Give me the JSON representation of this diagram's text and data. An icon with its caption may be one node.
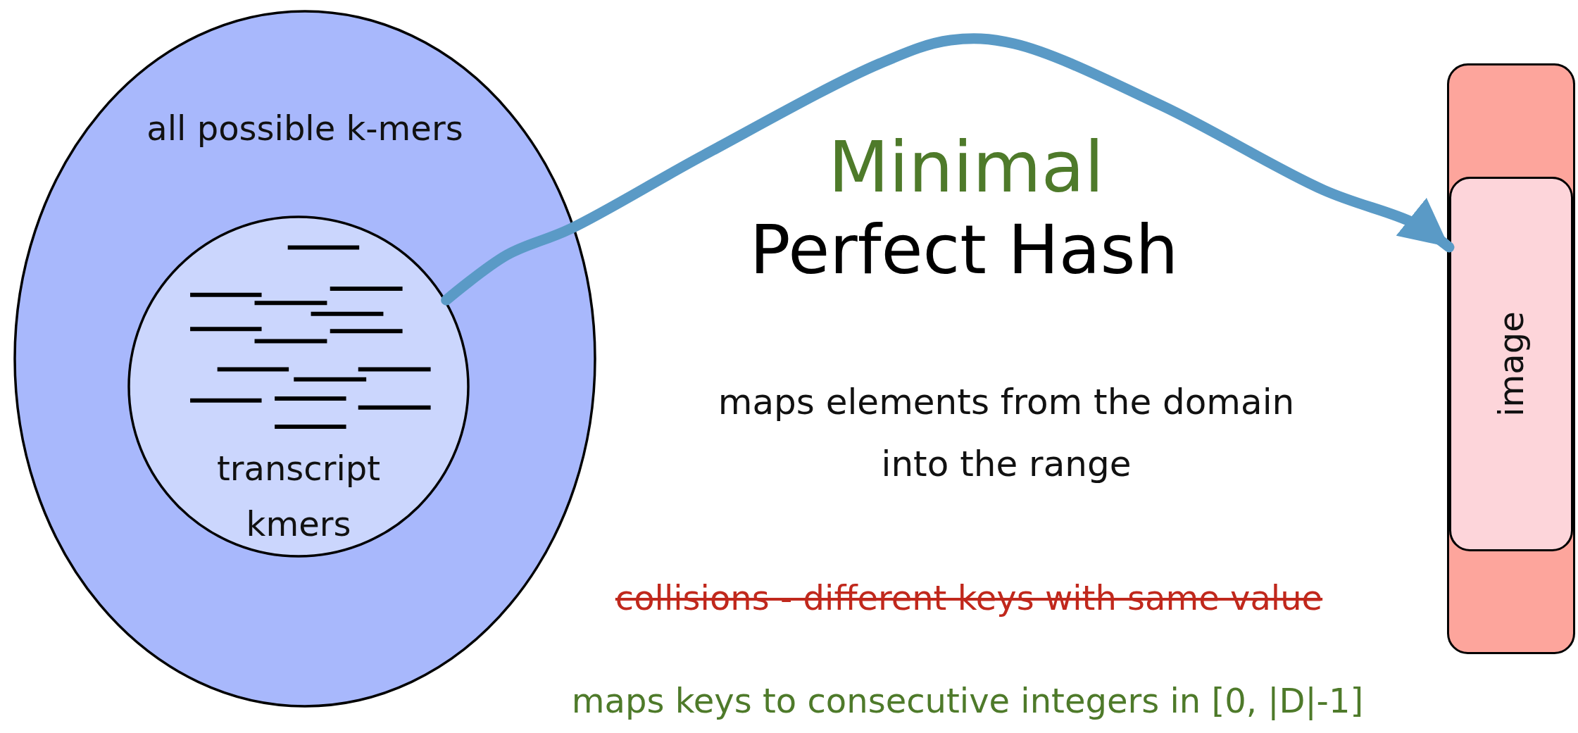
{
  "diagram": {
    "nodes": [
      {
        "text": [
          "all possible k-mers"
        ]
      },
      {
        "text": [
          "transcript kmers"
        ],
        "in": 0
      },
      {
        "text": [],
        "shape": "box"
      },
      {
        "text": [
          "image"
        ],
        "in": 2
      }
    ],
    "edges": [
      {
        "from": 1,
        "to": 3,
        "arrow": "to",
        "color": "#5a9ac6"
      }
    ],
    "labels": [
      "Minimal",
      "Perfect Hash",
      "maps elements from the domain into the range",
      "collisions - different keys with same value",
      "maps keys to consecutive integers in [0, |D|-1]"
    ]
  }
}
